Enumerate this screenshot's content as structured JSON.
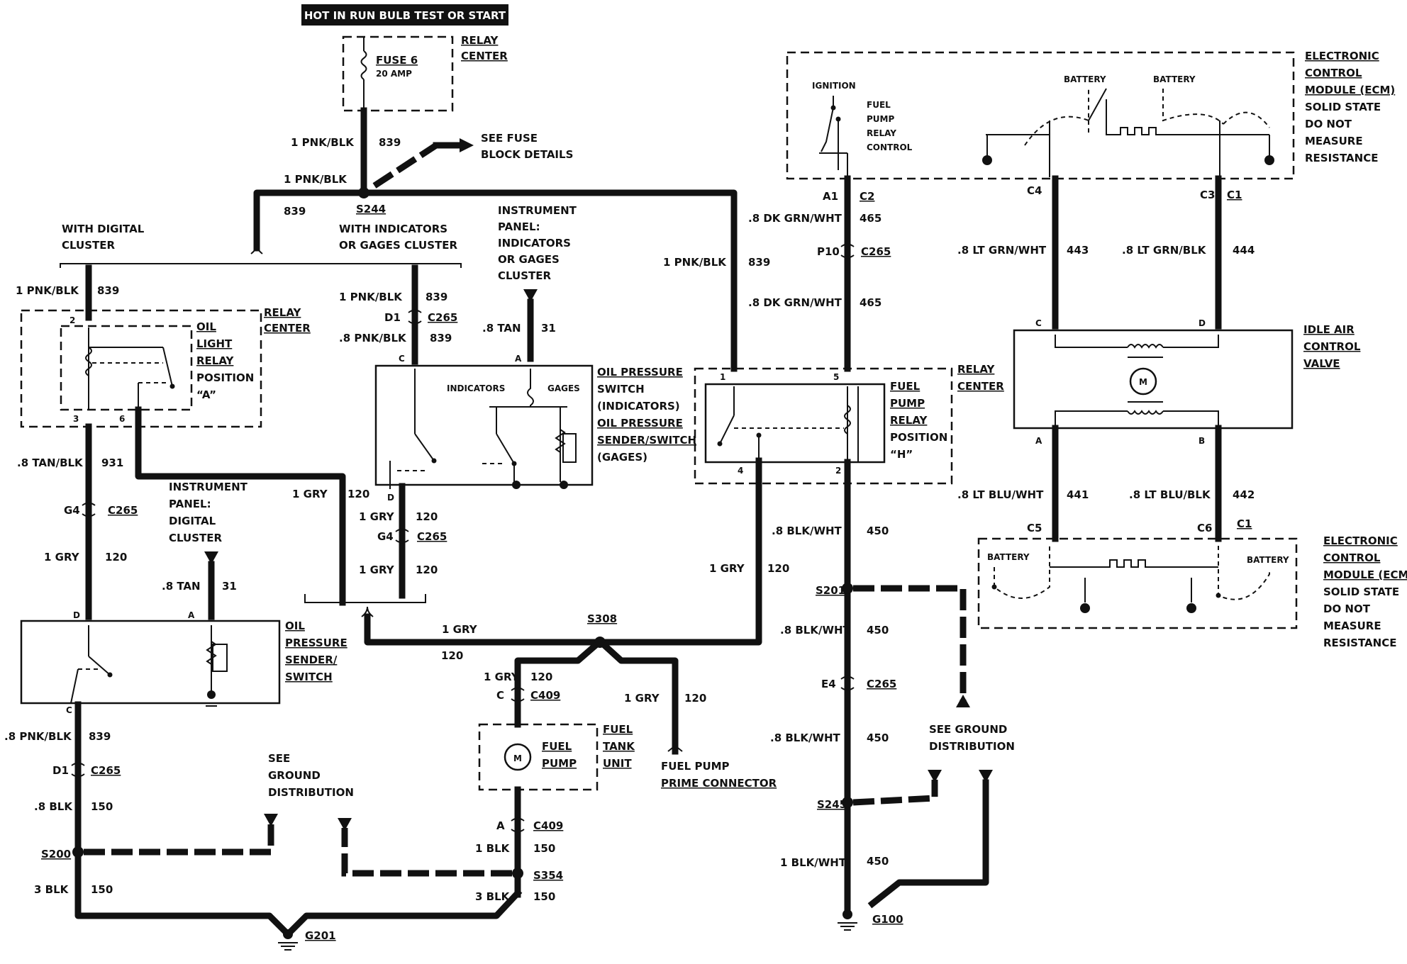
{
  "header": {
    "label": "HOT IN RUN BULB TEST OR START"
  },
  "relay_center_fuse": {
    "fuse": "FUSE 6",
    "rating": "20 AMP",
    "label_l1": "RELAY",
    "label_l2": "CENTER"
  },
  "see_fuse": {
    "l1": "SEE FUSE",
    "l2": "BLOCK DETAILS"
  },
  "splices": {
    "s244": "S244",
    "s308": "S308",
    "s201": "S201",
    "s245": "S245",
    "s200": "S200",
    "s354": "S354"
  },
  "grounds": {
    "g201": "G201",
    "g100": "G100"
  },
  "wires": {
    "pnkblk_1": "1 PNK/BLK",
    "c839": "839",
    "pnkblk_08": ".8 PNK/BLK",
    "tan_08": ".8 TAN",
    "c31": "31",
    "tanblk_08": ".8 TAN/BLK",
    "c931": "931",
    "gry_1": "1 GRY",
    "c120": "120",
    "blk_08": ".8 BLK",
    "c150": "150",
    "blk_1": "1 BLK",
    "blk_3": "3 BLK",
    "dkgrnwht": ".8 DK GRN/WHT",
    "c465": "465",
    "ltgrnwht": ".8 LT GRN/WHT",
    "c443": "443",
    "ltgrnblk": ".8 LT GRN/BLK",
    "c444": "444",
    "ltbluwht": ".8 LT BLU/WHT",
    "c441": "441",
    "ltblublk": ".8 LT BLU/BLK",
    "c442": "442",
    "blkwht_08": ".8 BLK/WHT",
    "c450": "450",
    "blkwht_1": "1 BLK/WHT"
  },
  "connectors": {
    "c265": "C265",
    "c409": "C409",
    "c2": "C2",
    "c1": "C1",
    "g4": "G4",
    "d1": "D1",
    "a1": "A1",
    "p10": "P10",
    "e4": "E4",
    "c4": "C4",
    "c3": "C3",
    "c5": "C5",
    "c6": "C6",
    "pin_a": "A",
    "pin_b": "B",
    "pin_c": "C",
    "pin_d": "D",
    "pin_1": "1",
    "pin_2": "2",
    "pin_3": "3",
    "pin_4": "4",
    "pin_5": "5",
    "pin_6": "6"
  },
  "branches": {
    "digital": {
      "l1": "WITH DIGITAL",
      "l2": "CLUSTER"
    },
    "indicators": {
      "l1": "WITH INDICATORS",
      "l2": "OR GAGES CLUSTER"
    },
    "ip_ind": {
      "l1": "INSTRUMENT",
      "l2": "PANEL:",
      "l3": "INDICATORS",
      "l4": "OR GAGES",
      "l5": "CLUSTER"
    },
    "ip_dig": {
      "l1": "INSTRUMENT",
      "l2": "PANEL:",
      "l3": "DIGITAL",
      "l4": "CLUSTER"
    }
  },
  "oil_relay": {
    "l1": "OIL",
    "l2": "LIGHT",
    "l3": "RELAY",
    "l4": "POSITION",
    "l5": "“A”",
    "rc1": "RELAY",
    "rc2": "CENTER"
  },
  "oil_switch": {
    "ind": "INDICATORS",
    "gag": "GAGES",
    "l1": "OIL PRESSURE",
    "l2": "SWITCH",
    "l3": "(INDICATORS)",
    "l4": "OIL PRESSURE",
    "l5": "SENDER/SWITCH",
    "l6": "(GAGES)"
  },
  "oil_sender": {
    "l1": "OIL",
    "l2": "PRESSURE",
    "l3": "SENDER/",
    "l4": "SWITCH"
  },
  "fuel_relay": {
    "l1": "FUEL",
    "l2": "PUMP",
    "l3": "RELAY",
    "l4": "POSITION",
    "l5": "“H”",
    "rc1": "RELAY",
    "rc2": "CENTER"
  },
  "fuel_tank": {
    "pump1": "FUEL",
    "pump2": "PUMP",
    "l1": "FUEL",
    "l2": "TANK",
    "l3": "UNIT",
    "motor": "M"
  },
  "prime": {
    "l1": "FUEL PUMP",
    "l2": "PRIME CONNECTOR"
  },
  "see_ground": {
    "l1": "SEE",
    "l2": "GROUND",
    "l3": "DISTRIBUTION",
    "r1": "SEE GROUND",
    "r2": "DISTRIBUTION"
  },
  "ecm_top": {
    "ignition": "IGNITION",
    "f1": "FUEL",
    "f2": "PUMP",
    "f3": "RELAY",
    "f4": "CONTROL",
    "battery": "BATTERY",
    "l1": "ELECTRONIC",
    "l2": "CONTROL",
    "l3": "MODULE (ECM)",
    "l4": "SOLID STATE",
    "l5": "DO NOT",
    "l6": "MEASURE",
    "l7": "RESISTANCE"
  },
  "iac": {
    "l1": "IDLE AIR",
    "l2": "CONTROL",
    "l3": "VALVE",
    "motor": "M"
  },
  "ecm_bot": {
    "battery": "BATTERY",
    "l1": "ELECTRONIC",
    "l2": "CONTROL",
    "l3": "MODULE (ECM)",
    "l4": "SOLID STATE",
    "l5": "DO NOT",
    "l6": "MEASURE",
    "l7": "RESISTANCE"
  }
}
